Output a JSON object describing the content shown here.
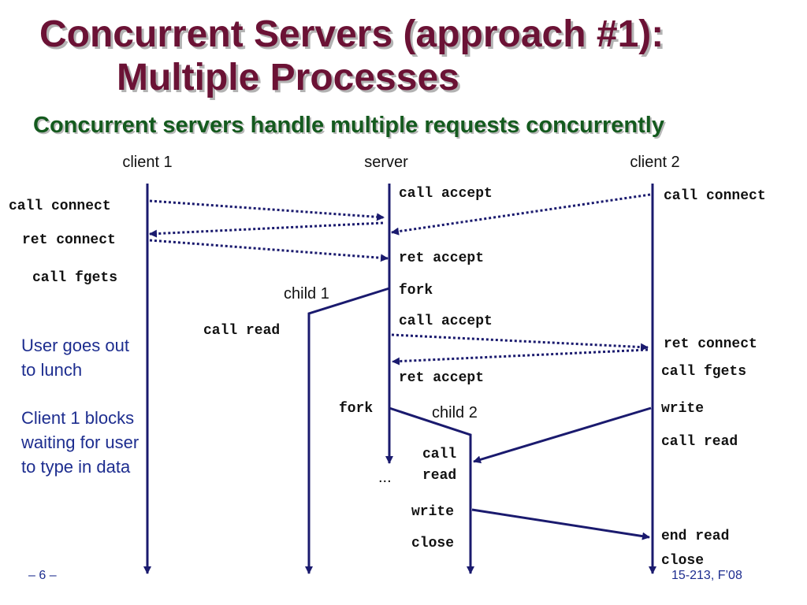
{
  "slide": {
    "title_line1": "Concurrent Servers (approach #1):",
    "title_line2": "Multiple Processes",
    "subtitle": "Concurrent servers handle multiple requests concurrently"
  },
  "diagram": {
    "headers": {
      "client1": "client 1",
      "server": "server",
      "client2": "client 2",
      "child1": "child 1",
      "child2": "child 2"
    },
    "client1_calls": [
      "call connect",
      "ret connect",
      "call fgets"
    ],
    "server_calls": [
      "call accept",
      "ret accept",
      "fork",
      "call accept",
      "ret accept"
    ],
    "server_fork2": "fork",
    "server_ellipsis": "...",
    "child1_calls": [
      "call read"
    ],
    "child2_calls": [
      "call",
      "read",
      "write",
      "close"
    ],
    "client2_calls": [
      "call connect",
      "ret connect",
      "call fgets",
      "write",
      "call read",
      "end read",
      "close"
    ]
  },
  "notes": {
    "lunch": "User goes out to lunch",
    "blocks": "Client 1 blocks waiting for user to type in data"
  },
  "footer": {
    "page": "– 6 –",
    "course": "15-213, F’08"
  },
  "colors": {
    "title": "#6b1235",
    "subtitle": "#145a1e",
    "lines": "#1a1a6e",
    "notes": "#1d2d8f"
  }
}
